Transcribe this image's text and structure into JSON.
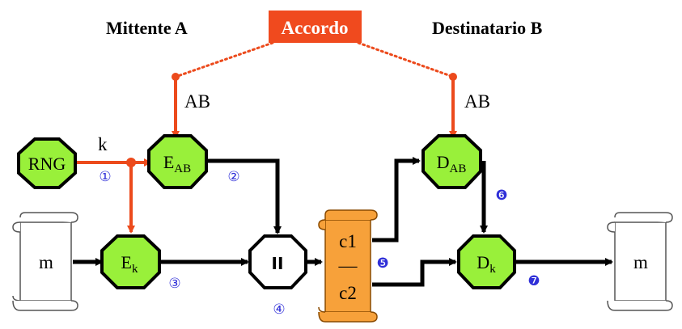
{
  "header": {
    "sender": "Mittente A",
    "agreement": "Accordo",
    "receiver": "Destinatario B"
  },
  "labels": {
    "shared_key_left": "AB",
    "shared_key_right": "AB",
    "session_key": "k"
  },
  "nodes": {
    "rng": "RNG",
    "enc_ab": {
      "main": "E",
      "sub": "AB"
    },
    "enc_k": {
      "main": "E",
      "sub": "k"
    },
    "concat": "II",
    "dec_ab": {
      "main": "D",
      "sub": "AB"
    },
    "dec_k": {
      "main": "D",
      "sub": "k"
    }
  },
  "messages": {
    "plaintext_in": "m",
    "plaintext_out": "m"
  },
  "scroll": {
    "c1": "c1",
    "sep": "—",
    "c2": "c2"
  },
  "steps": {
    "s1": "①",
    "s2": "②",
    "s3": "③",
    "s4": "④",
    "s5": "❺",
    "s6": "❻",
    "s7": "❼"
  },
  "colors": {
    "node_fill": "#99f03a",
    "agreement": "#f04a1e",
    "scroll": "#f7a13a",
    "step": "#3030d8"
  }
}
